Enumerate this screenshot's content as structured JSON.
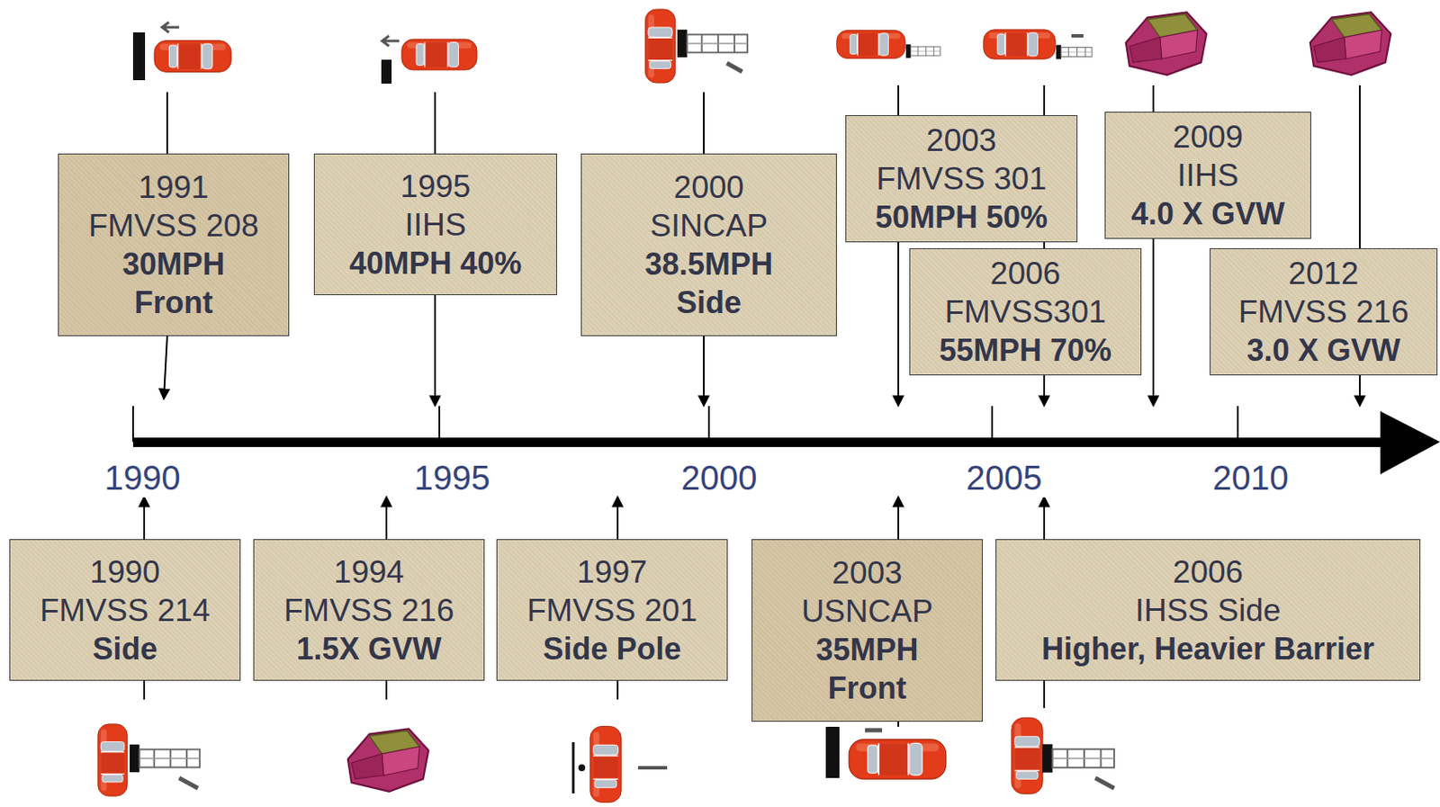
{
  "diagram": {
    "nodes": [
      {
        "text": [
          "1991",
          "FMVSS 208",
          "30MPH",
          "Front"
        ]
      },
      {
        "text": [
          "1995",
          "IIHS",
          "40MPH 40%"
        ]
      },
      {
        "text": [
          "2000",
          "SINCAP",
          "38.5MPH",
          "Side"
        ]
      },
      {
        "text": [
          "2003",
          "FMVSS 301",
          "50MPH 50%"
        ]
      },
      {
        "text": [
          "2006",
          "FMVSS301",
          "55MPH 70%"
        ]
      },
      {
        "text": [
          "2009",
          "IIHS",
          "4.0 X GVW"
        ]
      },
      {
        "text": [
          "2012",
          "FMVSS 216",
          "3.0 X GVW"
        ]
      },
      {
        "text": [
          "1990",
          "FMVSS 214",
          "Side"
        ]
      },
      {
        "text": [
          "1994",
          "FMVSS 216",
          "1.5X GVW"
        ]
      },
      {
        "text": [
          "1997",
          "FMVSS 201",
          "Side Pole"
        ]
      },
      {
        "text": [
          "2003",
          "USNCAP",
          "35MPH",
          "Front"
        ]
      },
      {
        "text": [
          "2006",
          "IHSS Side",
          "Higher, Heavier Barrier"
        ]
      }
    ],
    "labels": [
      "1990",
      "1995",
      "2000",
      "2005",
      "2010"
    ]
  }
}
